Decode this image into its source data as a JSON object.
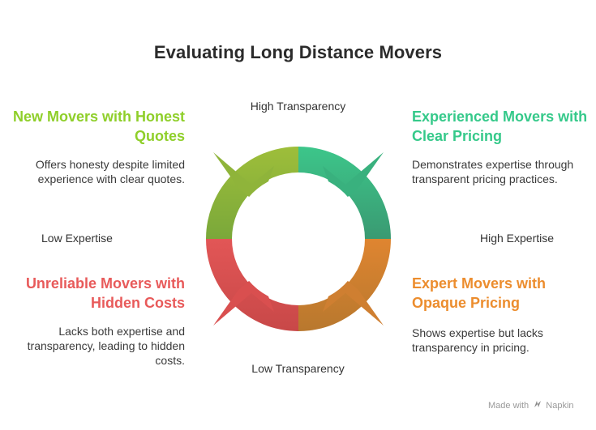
{
  "title": "Evaluating Long Distance Movers",
  "axes": {
    "top": "High Transparency",
    "bottom": "Low Transparency",
    "left": "Low Expertise",
    "right": "High Expertise"
  },
  "quadrants": {
    "top_left": {
      "title": "New Movers with Honest Quotes",
      "description": "Offers honesty despite limited experience with clear quotes.",
      "color": "#8fba34"
    },
    "top_right": {
      "title": "Experienced Movers with Clear Pricing",
      "description": "Demonstrates expertise through transparent pricing practices.",
      "color": "#3cc68a"
    },
    "bottom_left": {
      "title": "Unreliable Movers with Hidden Costs",
      "description": "Lacks both expertise and transparency, leading to hidden costs.",
      "color": "#e55656"
    },
    "bottom_right": {
      "title": "Expert Movers with Opaque Pricing",
      "description": "Shows expertise but lacks transparency in pricing.",
      "color": "#e8923a"
    }
  },
  "watermark": {
    "made_with": "Made with",
    "brand": "Napkin",
    "logo_icon": "napkin-logo-icon"
  }
}
